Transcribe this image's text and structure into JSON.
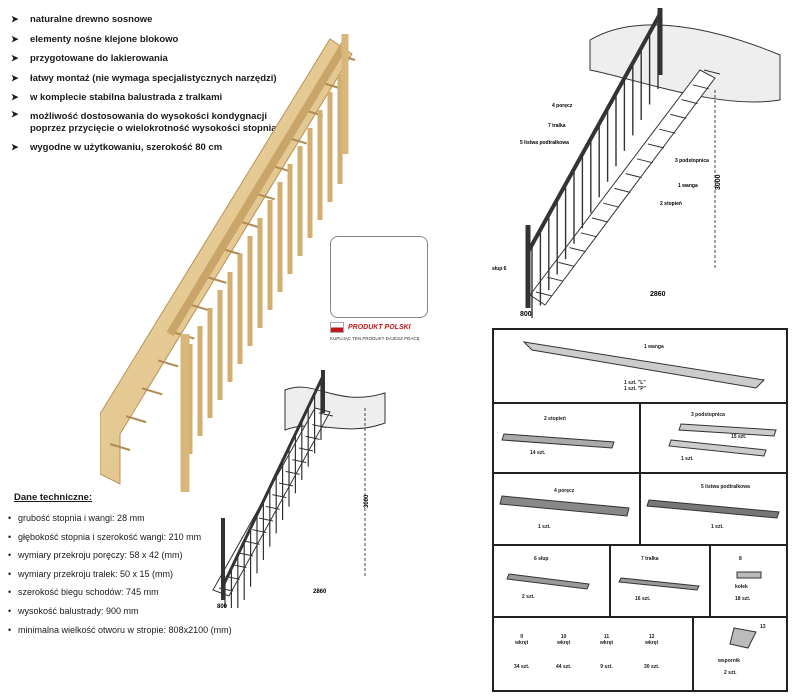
{
  "features": [
    "naturalne drewno sosnowe",
    "elementy nośne klejone blokowo",
    "przygotowane do lakierowania",
    "łatwy montaż (nie wymaga specjalistycznych narzędzi)",
    "w komplecie stabilna balustrada z tralkami",
    "możliwość dostosowania do wysokości kondygnacji",
    "poprzez przycięcie o wielokrotność wysokości stopnia",
    "wygodne w użytkowaniu, szerokość 80 cm"
  ],
  "specs": {
    "title": "Dane techniczne:",
    "items": [
      "grubość stopnia i wangi: 28 mm",
      "głębokość stopnia i szerokość wangi: 210 mm",
      "wymiary przekroju poręczy: 58 x 42 (mm)",
      "wymiary przekroju tralek: 50 x 15 (mm)",
      "szerokość biegu schodów: 745 mm",
      "wysokość balustrady: 900 mm",
      "minimalna wielkość otworu w stropie: 808x2100 (mm)"
    ]
  },
  "badge": {
    "text": "PRODUKT POLSKI",
    "subtext": "KUPUJĄC TEN PRODUKT DAJESZ PRACĘ"
  },
  "diagram_small": {
    "height_label": "3000",
    "length_label": "2860",
    "width_label": "800"
  },
  "diagram_large": {
    "height_label": "3000",
    "length_label": "2860",
    "width_label": "800",
    "callouts": [
      "4 poręcz",
      "7 tralka",
      "5 listwa podtralkowa",
      "3 podstopnica",
      "1 wanga",
      "2 stopień",
      "słup 6"
    ]
  },
  "parts": [
    {
      "num": "1",
      "name": "wanga",
      "qty": "1 szt. \"L\"\n1 szt. \"P\""
    },
    {
      "num": "2",
      "name": "stopień",
      "qty": "14 szt."
    },
    {
      "num": "3",
      "name": "podstopnica",
      "qty": "15 szt.",
      "qty2": "1 szt."
    },
    {
      "num": "4",
      "name": "poręcz",
      "qty": "1 szt."
    },
    {
      "num": "5",
      "name": "listwa podtralkowa",
      "qty": "1 szt."
    },
    {
      "num": "6",
      "name": "słup",
      "qty": "2 szt."
    },
    {
      "num": "7",
      "name": "tralka",
      "qty": "16 szt."
    },
    {
      "num": "8",
      "name": "kołek",
      "qty": "18 szt."
    },
    {
      "num": "9",
      "name": "wkręt",
      "qty": "34 szt."
    },
    {
      "num": "10",
      "name": "wkręt",
      "qty": "44 szt."
    },
    {
      "num": "11",
      "name": "wkręt",
      "qty": "9 szt."
    },
    {
      "num": "12",
      "name": "wkręt",
      "qty": "30 szt."
    },
    {
      "num": "13",
      "name": "wspornik",
      "qty": "2 szt."
    }
  ]
}
